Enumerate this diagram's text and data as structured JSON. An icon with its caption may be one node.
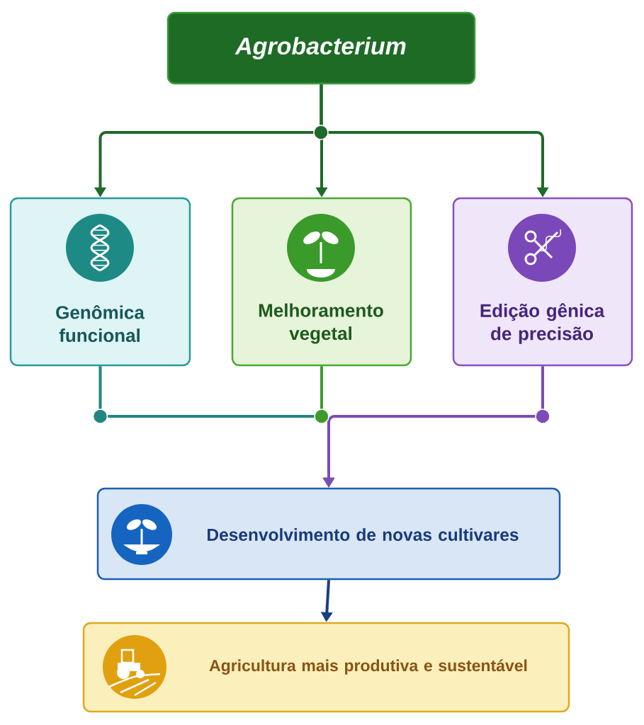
{
  "diagram": {
    "nodes": [
      {
        "text": [
          "Agrobacterium"
        ]
      },
      {
        "text": [
          "Genômica funcional"
        ]
      },
      {
        "text": [
          "Melhoramento vegetal"
        ]
      },
      {
        "text": [
          "Edição gênica de precisão"
        ]
      },
      {
        "text": [
          "Desenvolvimento de novas cultivares"
        ]
      },
      {
        "text": [
          "Agricultura mais produtiva e sustentável"
        ]
      }
    ],
    "edges": [
      {
        "from": 0,
        "to": 1,
        "arrow": "to"
      },
      {
        "from": 0,
        "to": 2,
        "arrow": "to"
      },
      {
        "from": 0,
        "to": 3,
        "arrow": "to"
      },
      {
        "from": 1,
        "to": 4,
        "arrow": "to",
        "color": "#23857f"
      },
      {
        "from": 2,
        "to": 4,
        "arrow": "to",
        "color": "#3e9a2c"
      },
      {
        "from": 3,
        "to": 4,
        "arrow": "to",
        "color": "#7c4cb8"
      },
      {
        "from": 4,
        "to": 5,
        "arrow": "to",
        "color": "#173f86"
      }
    ]
  }
}
